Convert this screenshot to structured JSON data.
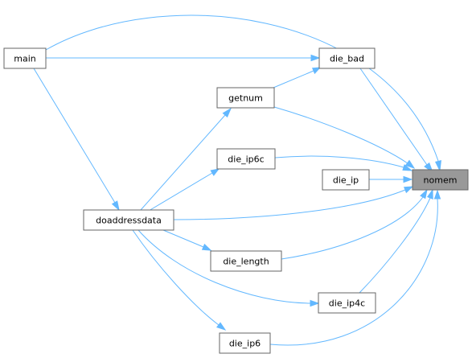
{
  "graph": {
    "nodes": {
      "main": "main",
      "die_bad": "die_bad",
      "getnum": "getnum",
      "die_ip6c": "die_ip6c",
      "die_ip": "die_ip",
      "nomem": "nomem",
      "doaddressdata": "doaddressdata",
      "die_length": "die_length",
      "die_ip4c": "die_ip4c",
      "die_ip6": "die_ip6"
    },
    "highlighted_node": "nomem",
    "edges": [
      {
        "from": "main",
        "to": "die_bad"
      },
      {
        "from": "main",
        "to": "nomem"
      },
      {
        "from": "main",
        "to": "doaddressdata"
      },
      {
        "from": "die_bad",
        "to": "nomem"
      },
      {
        "from": "getnum",
        "to": "die_bad"
      },
      {
        "from": "getnum",
        "to": "nomem"
      },
      {
        "from": "die_ip6c",
        "to": "nomem"
      },
      {
        "from": "die_ip",
        "to": "nomem"
      },
      {
        "from": "doaddressdata",
        "to": "getnum"
      },
      {
        "from": "doaddressdata",
        "to": "die_ip6c"
      },
      {
        "from": "doaddressdata",
        "to": "nomem"
      },
      {
        "from": "doaddressdata",
        "to": "die_length"
      },
      {
        "from": "doaddressdata",
        "to": "die_ip4c"
      },
      {
        "from": "doaddressdata",
        "to": "die_ip6"
      },
      {
        "from": "die_length",
        "to": "nomem"
      },
      {
        "from": "die_ip4c",
        "to": "nomem"
      },
      {
        "from": "die_ip6",
        "to": "nomem"
      }
    ],
    "colors": {
      "edge": "#63b8ff",
      "node_border": "#666666",
      "node_fill": "#ffffff",
      "highlight_fill": "#999999"
    }
  }
}
